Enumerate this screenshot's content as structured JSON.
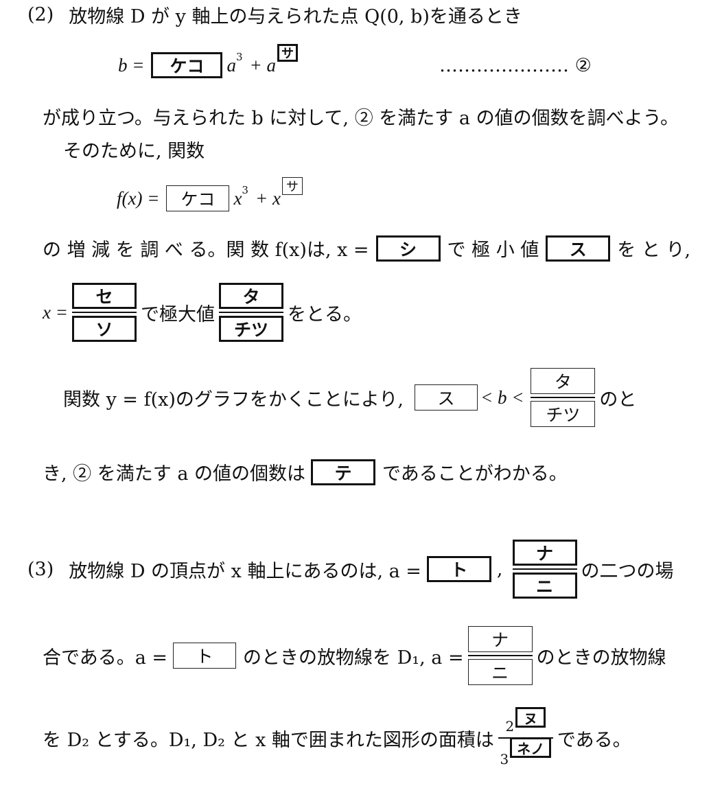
{
  "p2": {
    "label": "(2)",
    "l1": "放物線 D が y 軸上の与えられた点 Q(0, b)を通るとき",
    "eq_b": "b =",
    "box_keko": "ケコ",
    "a3": "a",
    "plus_a": "+ a",
    "box_sa": "サ",
    "dots": "………………… ②",
    "l3": "が成り立つ。与えられた b に対して, ② を満たす a の値の個数を調べよう。",
    "l4": "そのために, 関数",
    "eq_f": "f(x) =",
    "x3": "x",
    "plus_x": "+ x",
    "l6a": "の 増 減 を 調 べ る。関 数 f(x)は, x =",
    "box_shi": "シ",
    "l6b": "で 極 小 値",
    "box_su": "ス",
    "l6c": "を と り,",
    "l7a": "x =",
    "box_se": "セ",
    "box_so": "ソ",
    "l7b": "で極大値",
    "box_ta": "タ",
    "box_chitsu": "チツ",
    "l7c": "をとる。",
    "l8a": "関数 y = f(x)のグラフをかくことにより,",
    "lt": "< b <",
    "l8b": "のと",
    "l9a": "き, ② を満たす a の値の個数は",
    "box_te": "テ",
    "l9b": "であることがわかる。"
  },
  "p3": {
    "label": "(3)",
    "l1a": "放物線 D の頂点が x 軸上にあるのは, a =",
    "box_to": "ト",
    "comma": ",",
    "box_na": "ナ",
    "box_ni": "ニ",
    "l1b": "の二つの場",
    "l2a": "合である。a =",
    "l2b": "のときの放物線を D₁, a =",
    "l2c": "のときの放物線",
    "l3a": "を D₂ とする。D₁, D₂ と x 軸で囲まれた図形の面積は",
    "num_pre": "2",
    "box_nu": "ヌ",
    "den_pre": "3",
    "box_neno": "ネノ",
    "l3b": "である。"
  },
  "exp3": "3"
}
